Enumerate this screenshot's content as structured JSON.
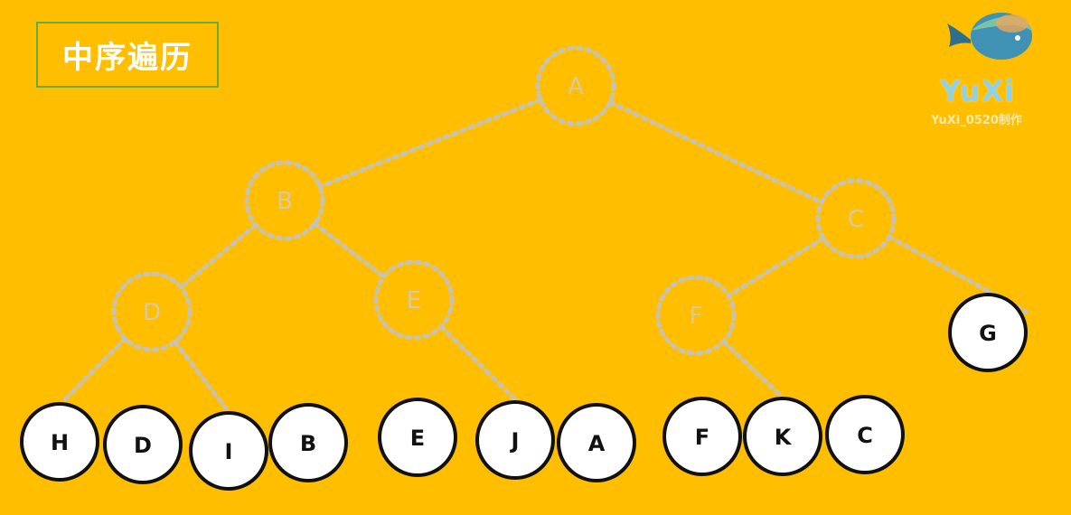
{
  "title": "中序遍历",
  "tree": {
    "nodes": [
      {
        "id": "A",
        "label": "A"
      },
      {
        "id": "B",
        "label": "B"
      },
      {
        "id": "C",
        "label": "C"
      },
      {
        "id": "D",
        "label": "D"
      },
      {
        "id": "E",
        "label": "E"
      },
      {
        "id": "F",
        "label": "F"
      },
      {
        "id": "G",
        "label": "G"
      },
      {
        "id": "H",
        "label": "H"
      },
      {
        "id": "I",
        "label": "I"
      },
      {
        "id": "J",
        "label": "J"
      },
      {
        "id": "K",
        "label": "K"
      }
    ],
    "edges": [
      [
        "A",
        "B"
      ],
      [
        "A",
        "C"
      ],
      [
        "B",
        "D"
      ],
      [
        "B",
        "E"
      ],
      [
        "C",
        "F"
      ],
      [
        "C",
        "G"
      ],
      [
        "D",
        "H"
      ],
      [
        "D",
        "I"
      ],
      [
        "E",
        "J"
      ],
      [
        "F",
        "K"
      ]
    ]
  },
  "inorder_sequence": [
    "H",
    "D",
    "I",
    "B",
    "E",
    "J",
    "A",
    "F",
    "K",
    "C"
  ],
  "highlighted_node": "G",
  "logo": {
    "name": "YuXi",
    "credit": "YuXi_0520制作"
  },
  "colors": {
    "background": "#FFBF00",
    "title_border": "#6BAA3C",
    "ghost_node": "#C9C2B0",
    "ball_fill": "#FFFFFF",
    "ball_stroke": "#111111"
  }
}
